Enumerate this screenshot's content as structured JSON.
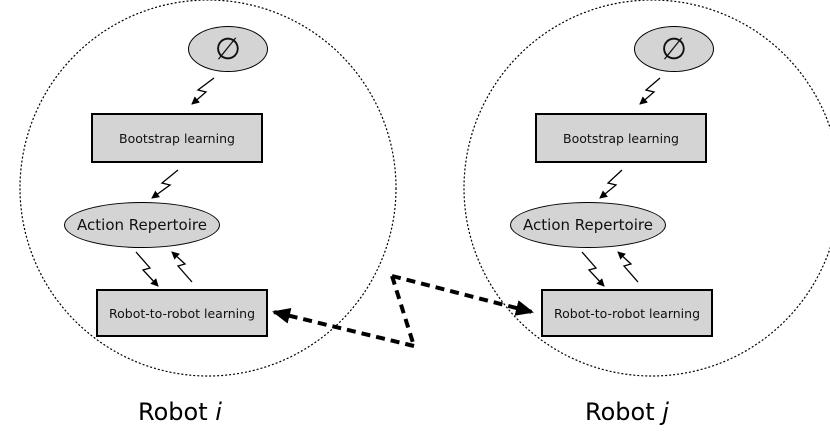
{
  "robots": [
    {
      "caption_prefix": "Robot ",
      "caption_var": "i",
      "sensor_symbol": "∅",
      "bootstrap_label": "Bootstrap learning",
      "repertoire_label": "Action Repertoire",
      "r2r_label": "Robot-to-robot learning"
    },
    {
      "caption_prefix": "Robot ",
      "caption_var": "j",
      "sensor_symbol": "∅",
      "bootstrap_label": "Bootstrap learning",
      "repertoire_label": "Action Repertoire",
      "r2r_label": "Robot-to-robot learning"
    }
  ]
}
